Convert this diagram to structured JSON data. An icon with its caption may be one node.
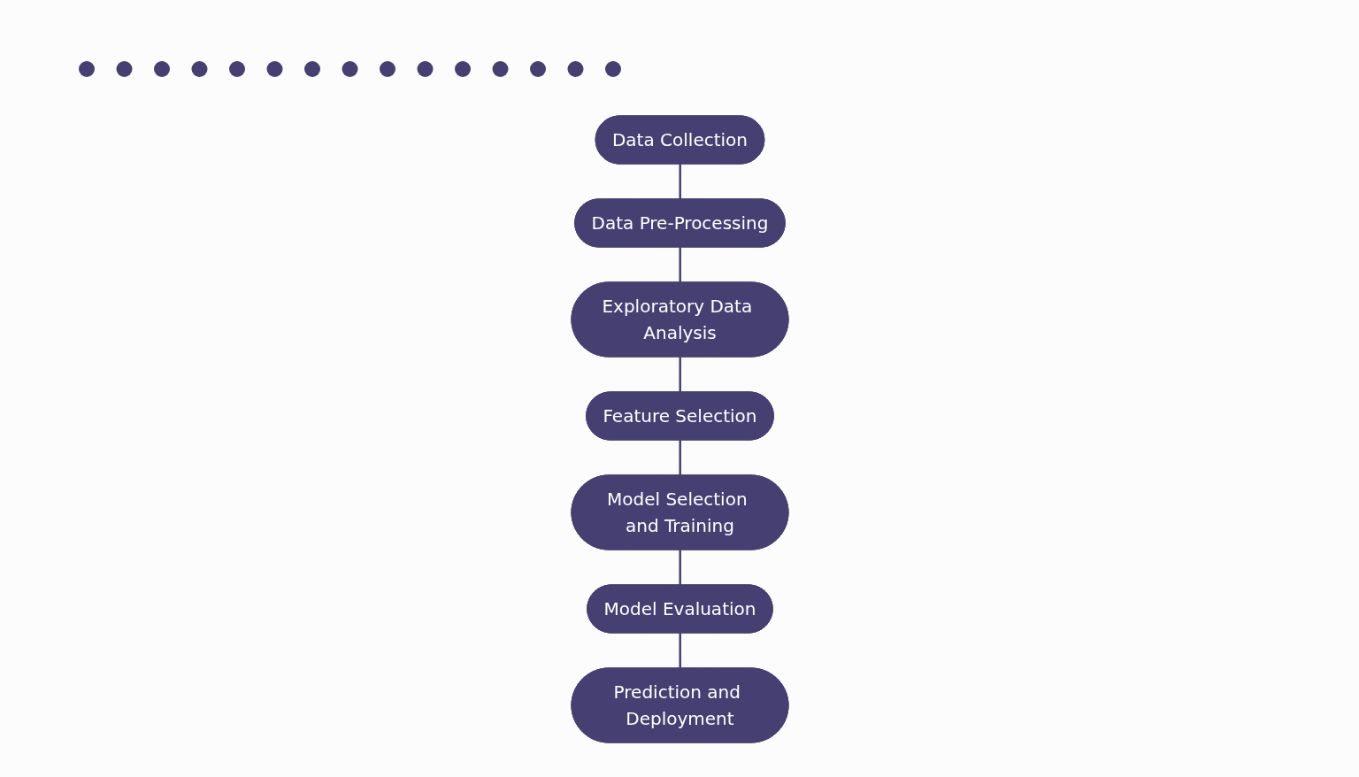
{
  "diagram": {
    "nodes": [
      {
        "text": [
          "Data Collection"
        ]
      },
      {
        "text": [
          "Data Pre-Processing"
        ]
      },
      {
        "text": [
          "Exploratory Data Analysis"
        ]
      },
      {
        "text": [
          "Feature Selection"
        ]
      },
      {
        "text": [
          "Model Selection and Training"
        ]
      },
      {
        "text": [
          "Model Evaluation"
        ]
      },
      {
        "text": [
          "Prediction and Deployment"
        ]
      }
    ],
    "edges": [
      {
        "from": 0,
        "to": 1,
        "arrow": "none"
      },
      {
        "from": 1,
        "to": 2,
        "arrow": "none"
      },
      {
        "from": 2,
        "to": 3,
        "arrow": "none"
      },
      {
        "from": 3,
        "to": 4,
        "arrow": "none"
      },
      {
        "from": 4,
        "to": 5,
        "arrow": "none"
      },
      {
        "from": 5,
        "to": 6,
        "arrow": "none"
      }
    ]
  }
}
